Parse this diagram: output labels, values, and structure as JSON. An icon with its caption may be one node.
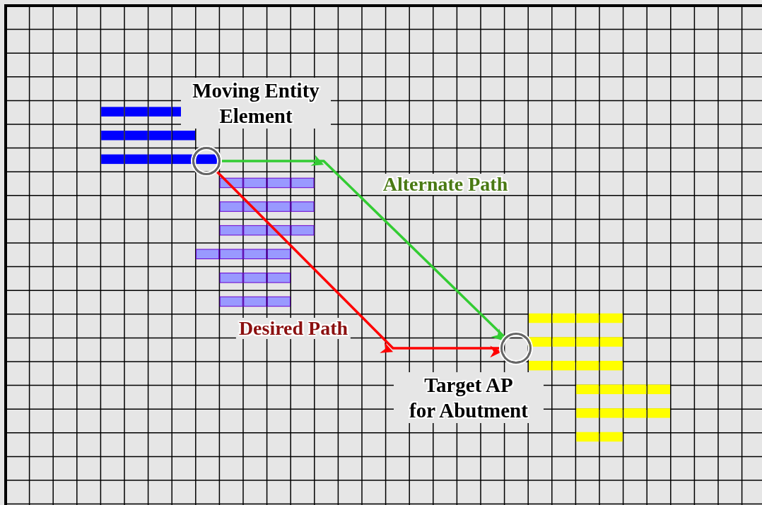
{
  "diagram": {
    "nodes": [
      {
        "text": [],
        "shape": "circle",
        "beside": [
          "Moving Entity Element"
        ]
      },
      {
        "text": [],
        "shape": "circle",
        "beside": [
          "Target AP for Abutment"
        ]
      }
    ],
    "edges": [
      {
        "from": 0,
        "to": 1,
        "arrow": "to",
        "label": "Alternate Path",
        "color": "#33cc33"
      },
      {
        "from": 0,
        "to": 1,
        "arrow": "to",
        "label": "Desired Path",
        "color": "#ff0000"
      }
    ]
  }
}
